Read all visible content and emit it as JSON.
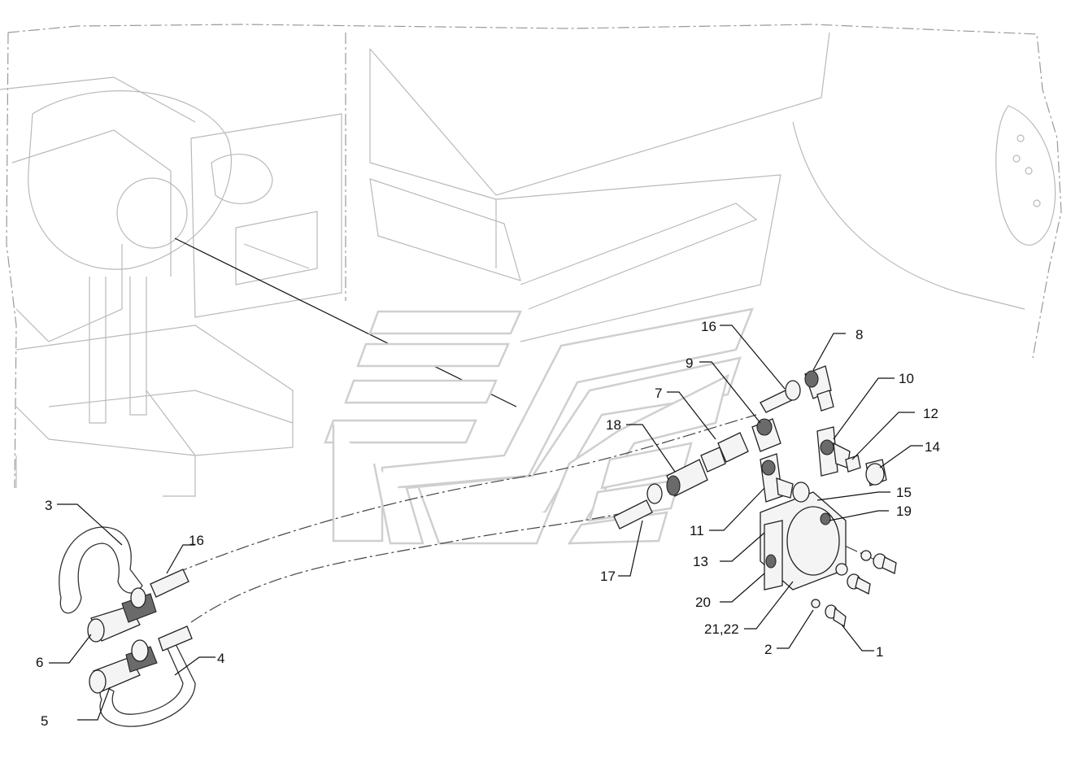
{
  "callouts": [
    {
      "id": "1",
      "text": "1"
    },
    {
      "id": "2",
      "text": "2"
    },
    {
      "id": "3",
      "text": "3"
    },
    {
      "id": "4",
      "text": "4"
    },
    {
      "id": "5",
      "text": "5"
    },
    {
      "id": "6",
      "text": "6"
    },
    {
      "id": "7",
      "text": "7"
    },
    {
      "id": "8",
      "text": "8"
    },
    {
      "id": "9",
      "text": "9"
    },
    {
      "id": "10",
      "text": "10"
    },
    {
      "id": "11",
      "text": "11"
    },
    {
      "id": "12",
      "text": "12"
    },
    {
      "id": "13",
      "text": "13"
    },
    {
      "id": "14",
      "text": "14"
    },
    {
      "id": "15",
      "text": "15"
    },
    {
      "id": "16a",
      "text": "16"
    },
    {
      "id": "16b",
      "text": "16"
    },
    {
      "id": "17",
      "text": "17"
    },
    {
      "id": "18",
      "text": "18"
    },
    {
      "id": "19",
      "text": "19"
    },
    {
      "id": "20",
      "text": "20"
    },
    {
      "id": "21_22",
      "text": "21,22"
    }
  ]
}
